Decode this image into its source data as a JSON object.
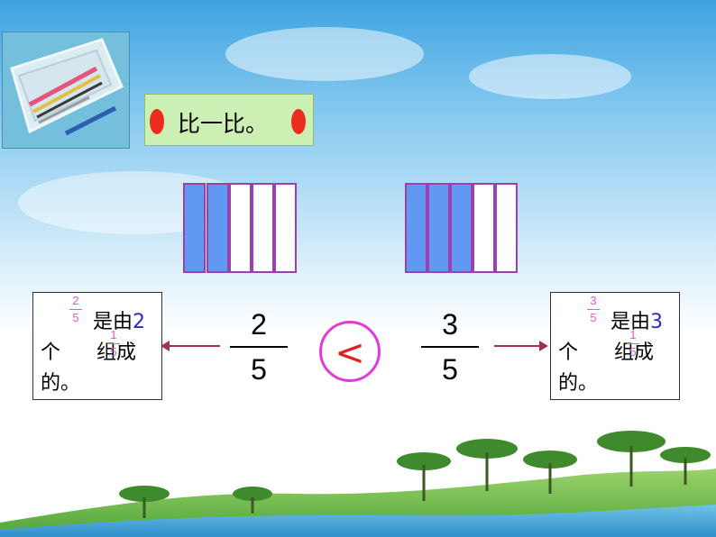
{
  "title": {
    "text": "比一比。"
  },
  "left_fraction": {
    "numerator": "2",
    "denominator": "5",
    "filled": 2,
    "total": 5
  },
  "right_fraction": {
    "numerator": "3",
    "denominator": "5",
    "filled": 3,
    "total": 5
  },
  "comparison": {
    "symbol": "<"
  },
  "left_note": {
    "frac_num": "2",
    "frac_den": "5",
    "text_a": "是由",
    "count": "2",
    "text_b": "个",
    "unit_num": "1",
    "unit_den": "5",
    "text_c": "组成",
    "text_d": "的。"
  },
  "right_note": {
    "frac_num": "3",
    "frac_den": "5",
    "text_a": "是由",
    "count": "3",
    "text_b": "个",
    "unit_num": "1",
    "unit_den": "5",
    "text_c": "组成",
    "text_d": "的。"
  },
  "colors": {
    "filled": "#6199f2",
    "bar_border": "#9b3fb1",
    "accent_pink": "#de5bd3",
    "compare_circle": "#e33ad9",
    "compare_symbol": "#e32020",
    "title_bg": "#ccf0b3",
    "arrow": "#a0344f"
  }
}
